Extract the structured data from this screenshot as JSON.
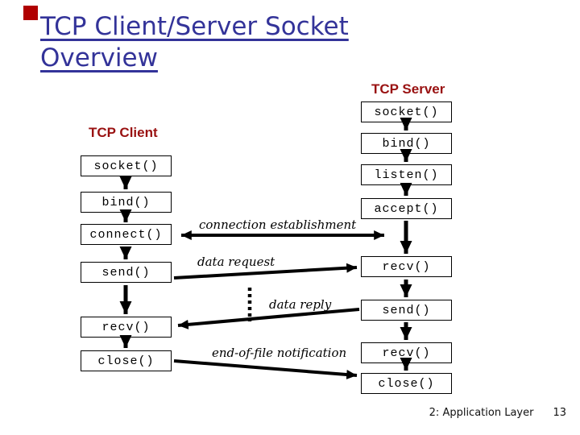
{
  "slide": {
    "title": "TCP Client/Server Socket Overview",
    "footer": {
      "label": "2: Application Layer",
      "page": "13"
    }
  },
  "diagram": {
    "client": {
      "heading": "TCP Client",
      "boxes": [
        "socket()",
        "bind()",
        "connect()",
        "send()",
        "recv()",
        "close()"
      ]
    },
    "server": {
      "heading": "TCP Server",
      "boxes": [
        "socket()",
        "bind()",
        "listen()",
        "accept()",
        "recv()",
        "send()",
        "recv()",
        "close()"
      ]
    },
    "labels": {
      "connection": "connection establishment",
      "data_request": "data request",
      "data_reply": "data reply",
      "eof": "end-of-file notification"
    },
    "colors": {
      "title_blue": "#333399",
      "heading_red": "#991111",
      "decoration_red": "#b00000",
      "arrow_black": "#000000"
    }
  }
}
